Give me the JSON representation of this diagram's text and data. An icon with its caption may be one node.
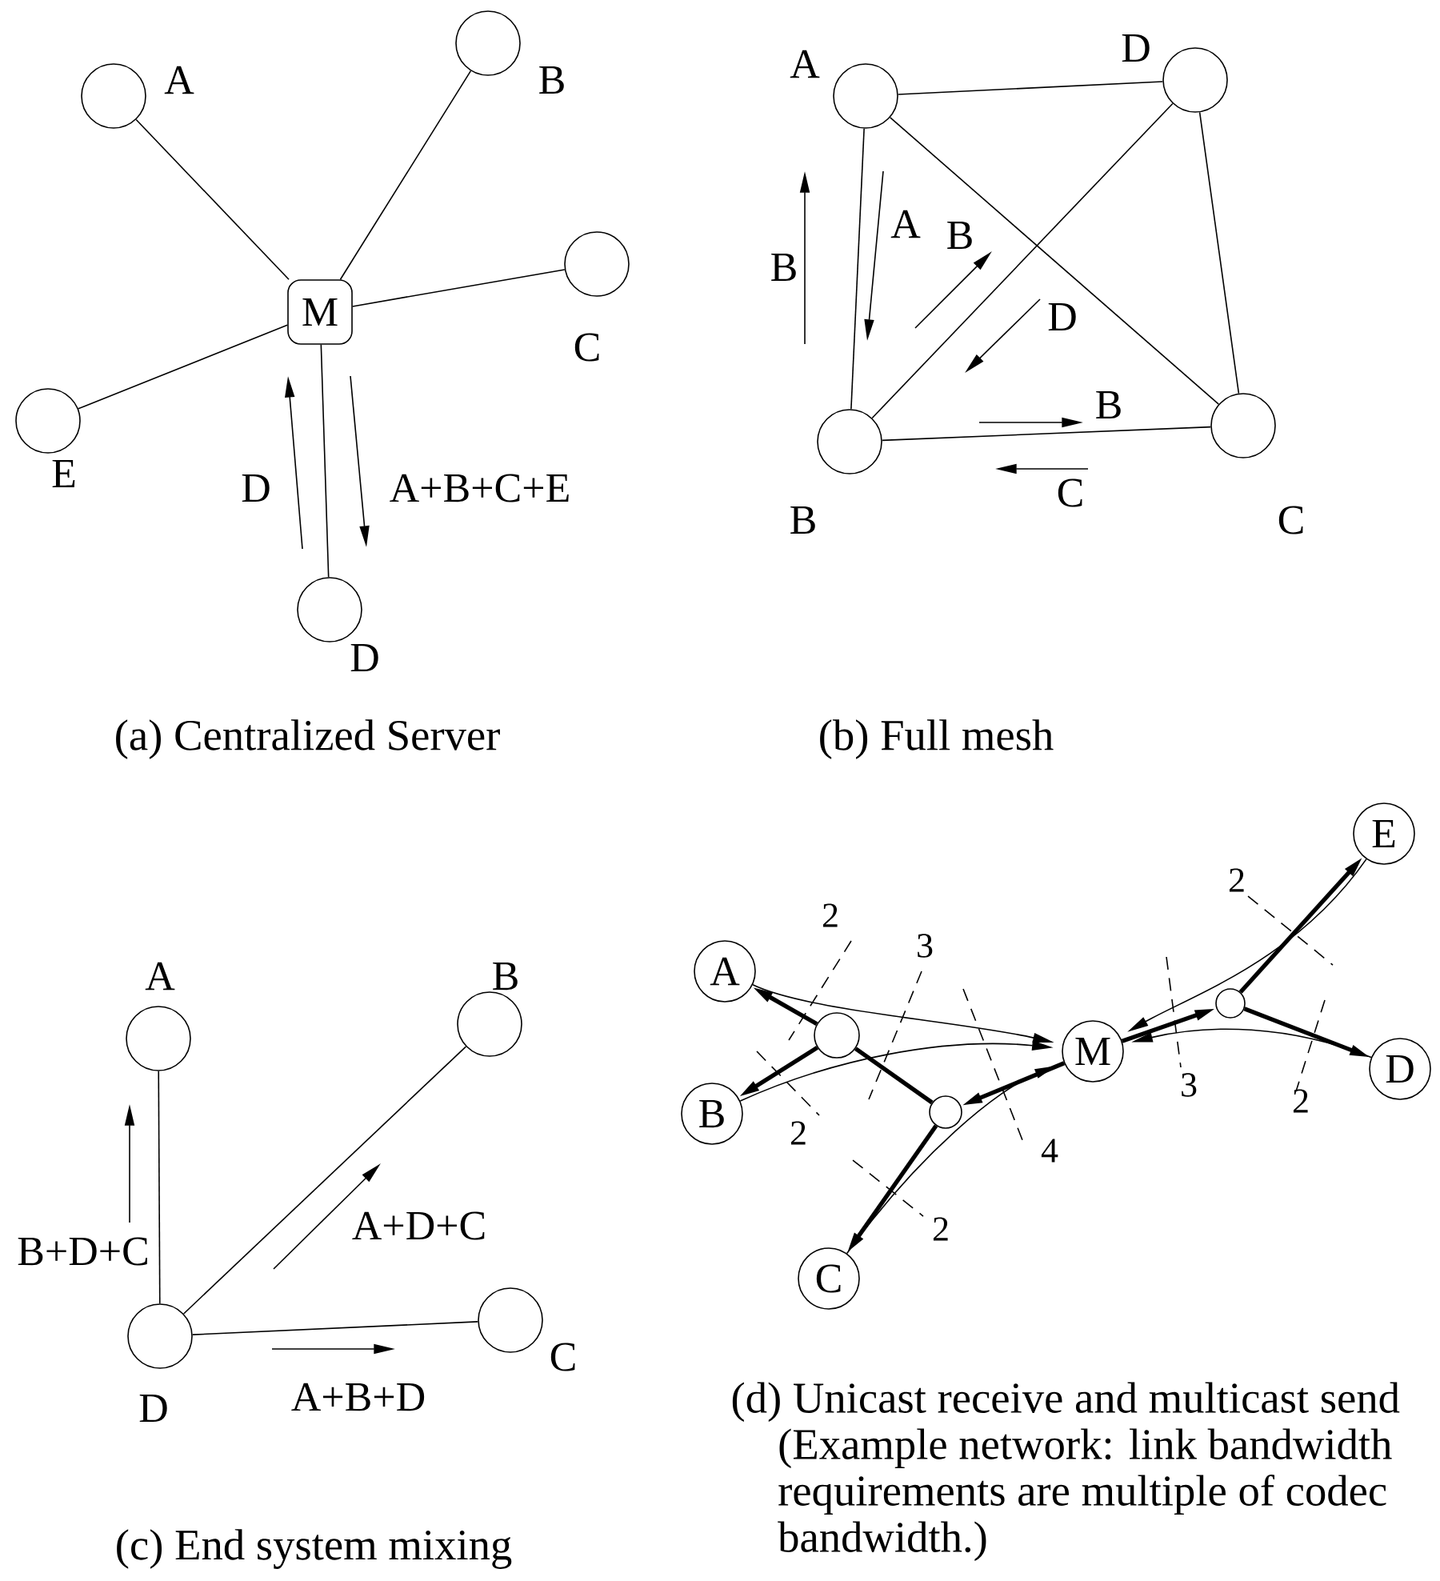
{
  "diagram": {
    "nodes": [
      {
        "text": [
          "M"
        ]
      },
      {
        "text": [
          "A"
        ]
      },
      {
        "text": [
          "B"
        ]
      },
      {
        "text": [
          "C"
        ]
      },
      {
        "text": [
          "E"
        ]
      },
      {
        "text": [
          "D"
        ]
      },
      {
        "text": [
          "A"
        ]
      },
      {
        "text": [
          "D"
        ]
      },
      {
        "text": [
          "B"
        ]
      },
      {
        "text": [
          "C"
        ]
      },
      {
        "text": [
          "A"
        ]
      },
      {
        "text": [
          "B"
        ]
      },
      {
        "text": [
          "C"
        ]
      },
      {
        "text": [
          "D"
        ]
      },
      {
        "text": [
          "A"
        ]
      },
      {
        "text": [
          "B"
        ]
      },
      {
        "text": [],
        "shape": "circle"
      },
      {
        "text": [],
        "shape": "circle"
      },
      {
        "text": [
          "C"
        ]
      },
      {
        "text": [
          "M"
        ]
      },
      {
        "text": [],
        "shape": "circle"
      },
      {
        "text": [
          "E"
        ]
      },
      {
        "text": [
          "D"
        ]
      }
    ],
    "edges": [
      {
        "from": 0,
        "to": 1,
        "arrow": "none"
      },
      {
        "from": 0,
        "to": 2,
        "arrow": "none"
      },
      {
        "from": 0,
        "to": 3,
        "arrow": "none"
      },
      {
        "from": 0,
        "to": 4,
        "arrow": "none"
      },
      {
        "from": 0,
        "to": 5,
        "arrow": "none"
      },
      {
        "from": 6,
        "to": 7,
        "arrow": "none"
      },
      {
        "from": 6,
        "to": 8,
        "arrow": "none"
      },
      {
        "from": 6,
        "to": 9,
        "arrow": "none"
      },
      {
        "from": 7,
        "to": 8,
        "arrow": "none"
      },
      {
        "from": 7,
        "to": 9,
        "arrow": "none"
      },
      {
        "from": 8,
        "to": 9,
        "arrow": "none"
      },
      {
        "from": 13,
        "to": 10,
        "arrow": "none"
      },
      {
        "from": 13,
        "to": 11,
        "arrow": "none"
      },
      {
        "from": 13,
        "to": 12,
        "arrow": "none"
      },
      {
        "from": 16,
        "to": 14,
        "arrow": "to",
        "style": "thick"
      },
      {
        "from": 16,
        "to": 15,
        "arrow": "to",
        "style": "thick"
      },
      {
        "from": 16,
        "to": 17,
        "arrow": "none",
        "style": "thick"
      },
      {
        "from": 17,
        "to": 18,
        "arrow": "to",
        "style": "thick"
      },
      {
        "from": 19,
        "to": 17,
        "arrow": "to",
        "style": "thick"
      },
      {
        "from": 19,
        "to": 20,
        "arrow": "to",
        "style": "thick"
      },
      {
        "from": 20,
        "to": 21,
        "arrow": "to",
        "style": "thick"
      },
      {
        "from": 20,
        "to": 22,
        "arrow": "to",
        "style": "thick"
      },
      {
        "from": 14,
        "to": 19,
        "arrow": "to"
      },
      {
        "from": 15,
        "to": 19,
        "arrow": "to"
      },
      {
        "from": 18,
        "to": 19,
        "arrow": "to"
      },
      {
        "from": 21,
        "to": 19,
        "arrow": "to"
      },
      {
        "from": 22,
        "to": 19,
        "arrow": "to"
      }
    ],
    "labels": [
      "D",
      "A+B+C+E",
      "B",
      "A",
      "B",
      "D",
      "B",
      "C",
      "(a) Centralized Server",
      "(b) Full mesh",
      "B+D+C",
      "A+D+C",
      "A+B+D",
      "2",
      "3",
      "2",
      "4",
      "2",
      "2",
      "3",
      "2",
      "(c) End system mixing",
      "(d) Unicast receive and multicast send (Example network: link bandwidth requirements are multiple of codec bandwidth.)"
    ]
  }
}
